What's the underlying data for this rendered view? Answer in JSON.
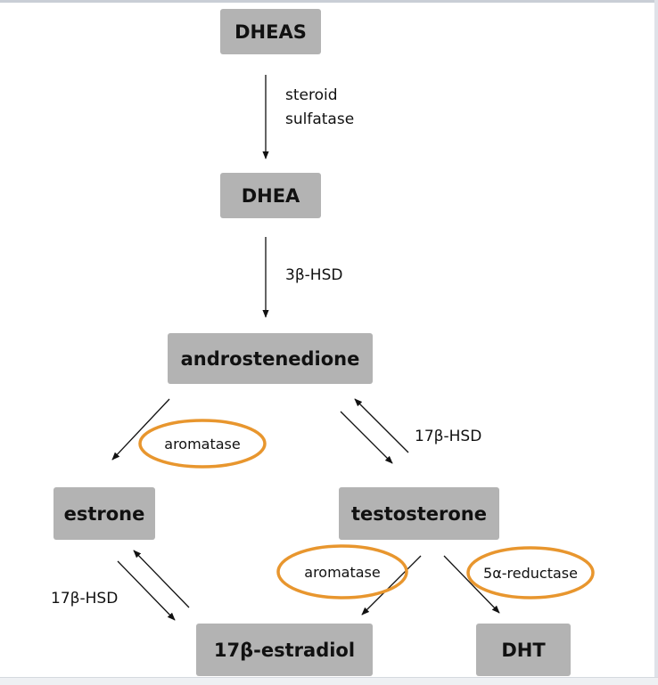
{
  "nodes": {
    "dheas": "DHEAS",
    "dhea": "DHEA",
    "androstenedione": "androstenedione",
    "estrone": "estrone",
    "testosterone": "testosterone",
    "estradiol": "17β-estradiol",
    "dht": "DHT"
  },
  "enzymes": {
    "steroid_sulfatase_line1": "steroid",
    "steroid_sulfatase_line2": "sulfatase",
    "hsd3b": "3β-HSD",
    "hsd17b_upper": "17β-HSD",
    "hsd17b_lower": "17β-HSD",
    "aromatase_upper": "aromatase",
    "aromatase_lower": "aromatase",
    "reductase": "5α-reductase"
  },
  "colors": {
    "node_fill": "#b3b3b3",
    "highlight_ring": "#e8962e",
    "arrow": "#111111"
  }
}
